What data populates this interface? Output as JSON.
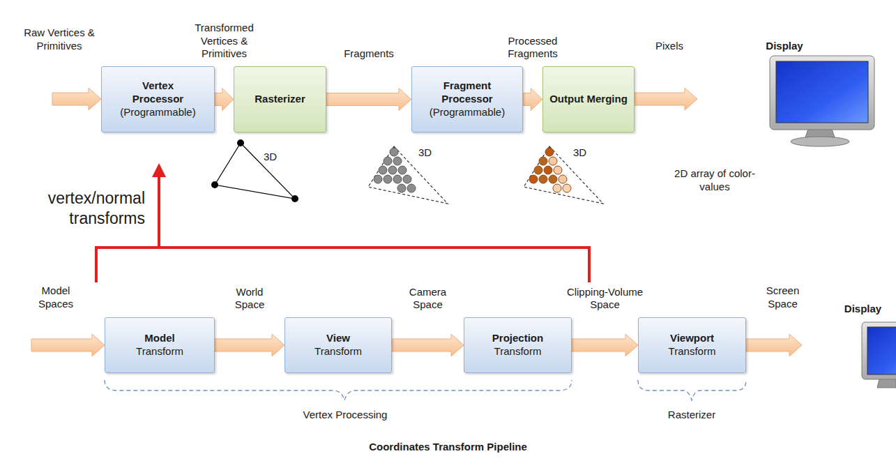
{
  "diagram": {
    "caption": "Coordinates Transform Pipeline",
    "nodes": [
      {
        "text": [
          "Vertex Processor",
          "(Programmable)"
        ]
      },
      {
        "text": [
          "Rasterizer"
        ]
      },
      {
        "text": [
          "Fragment Processor",
          "(Programmable)"
        ]
      },
      {
        "text": [
          "Output Merging"
        ]
      },
      {
        "text": [
          "Model",
          "Transform"
        ]
      },
      {
        "text": [
          "View",
          "Transform"
        ]
      },
      {
        "text": [
          "Projection",
          "Transform"
        ]
      },
      {
        "text": [
          "Viewport",
          "Transform"
        ]
      }
    ],
    "edges": [
      {
        "from": 0,
        "to": 1,
        "arrow": "to",
        "label": "Transformed Vertices & Primitives"
      },
      {
        "from": 1,
        "to": 2,
        "arrow": "to",
        "label": "Fragments"
      },
      {
        "from": 2,
        "to": 3,
        "arrow": "to",
        "label": "Processed Fragments"
      },
      {
        "from": 4,
        "to": 5,
        "arrow": "to",
        "label": "World Space"
      },
      {
        "from": 5,
        "to": 6,
        "arrow": "to",
        "label": "Camera Space"
      },
      {
        "from": 6,
        "to": 7,
        "arrow": "to",
        "label": "Clipping-Volume Space"
      }
    ],
    "labels": [
      "Raw Vertices & Primitives",
      "Pixels",
      "Display",
      "3D",
      "3D",
      "3D",
      "2D array of color-values",
      "vertex/normal transforms",
      "Model Spaces",
      "Screen Space",
      "Display",
      "Vertex Processing",
      "Rasterizer"
    ]
  }
}
